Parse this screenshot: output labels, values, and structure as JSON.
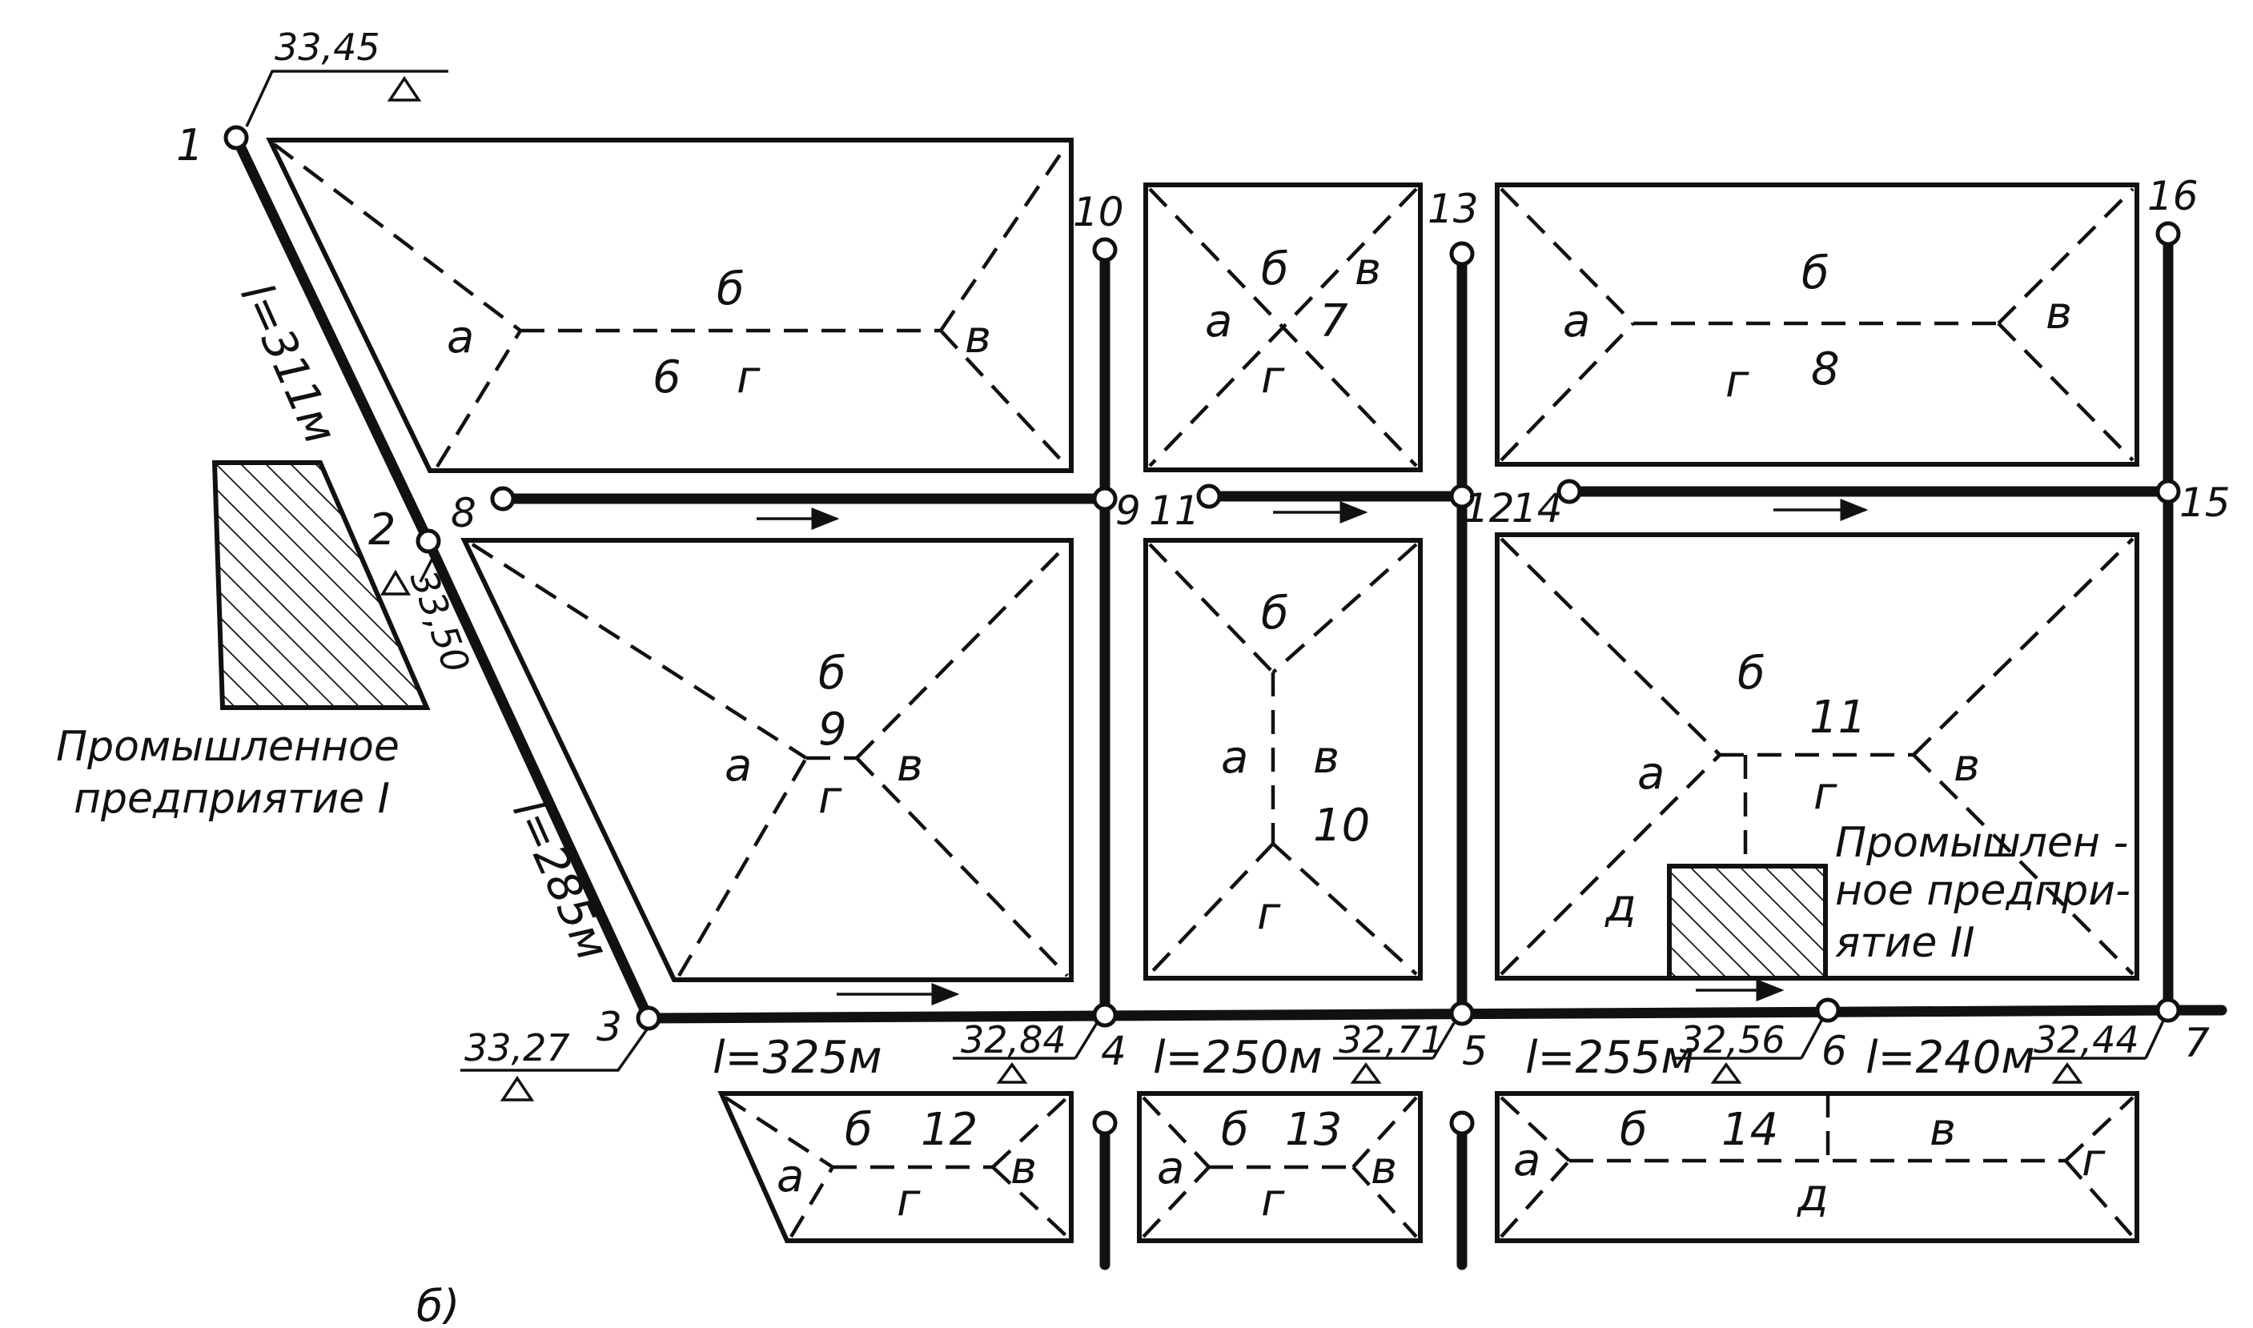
{
  "nodes": {
    "n1": "1",
    "n2": "2",
    "n3": "3",
    "n4": "4",
    "n5": "5",
    "n6": "6",
    "n7": "7",
    "n8": "8",
    "n9": "9",
    "n10": "10",
    "n11": "11",
    "n12": "12",
    "n13": "13",
    "n14": "14",
    "n15": "15",
    "n16": "16"
  },
  "elevations": {
    "e1": "33,45",
    "e2": "33,50",
    "e3": "33,27",
    "e4": "32,84",
    "e5": "32,71",
    "e6": "32,56",
    "e7": "32,44"
  },
  "lengths": {
    "l12": "l=311м",
    "l23": "l=285м",
    "l34": "l=325м",
    "l45": "l=250м",
    "l56": "l=255м",
    "l67": "l=240м"
  },
  "blocks": {
    "b6": {
      "num": "6",
      "a": "а",
      "b": "б",
      "v": "в",
      "g": "г"
    },
    "b7": {
      "num": "7",
      "a": "а",
      "b": "б",
      "v": "в",
      "g": "г"
    },
    "b8": {
      "num": "8",
      "a": "а",
      "b": "б",
      "v": "в",
      "g": "г"
    },
    "b9": {
      "num": "9",
      "a": "а",
      "b": "б",
      "v": "в",
      "g": "г"
    },
    "b10": {
      "num": "10",
      "a": "а",
      "b": "б",
      "v": "в",
      "g": "г"
    },
    "b11": {
      "num": "11",
      "a": "а",
      "b": "б",
      "v": "в",
      "g": "г",
      "d": "д"
    },
    "b12": {
      "num": "12",
      "a": "а",
      "b": "б",
      "v": "в",
      "g": "г"
    },
    "b13": {
      "num": "13",
      "a": "а",
      "b": "б",
      "v": "в",
      "g": "г"
    },
    "b14": {
      "num": "14",
      "a": "а",
      "b": "б",
      "v": "в",
      "g": "г",
      "d": "д"
    }
  },
  "plant1": {
    "line1": "Промышленное",
    "line2": "предприятие I"
  },
  "plant2": {
    "line1": "Промышлен -",
    "line2": "ное предпри-",
    "line3": "ятие II"
  },
  "figure_label": "б)"
}
